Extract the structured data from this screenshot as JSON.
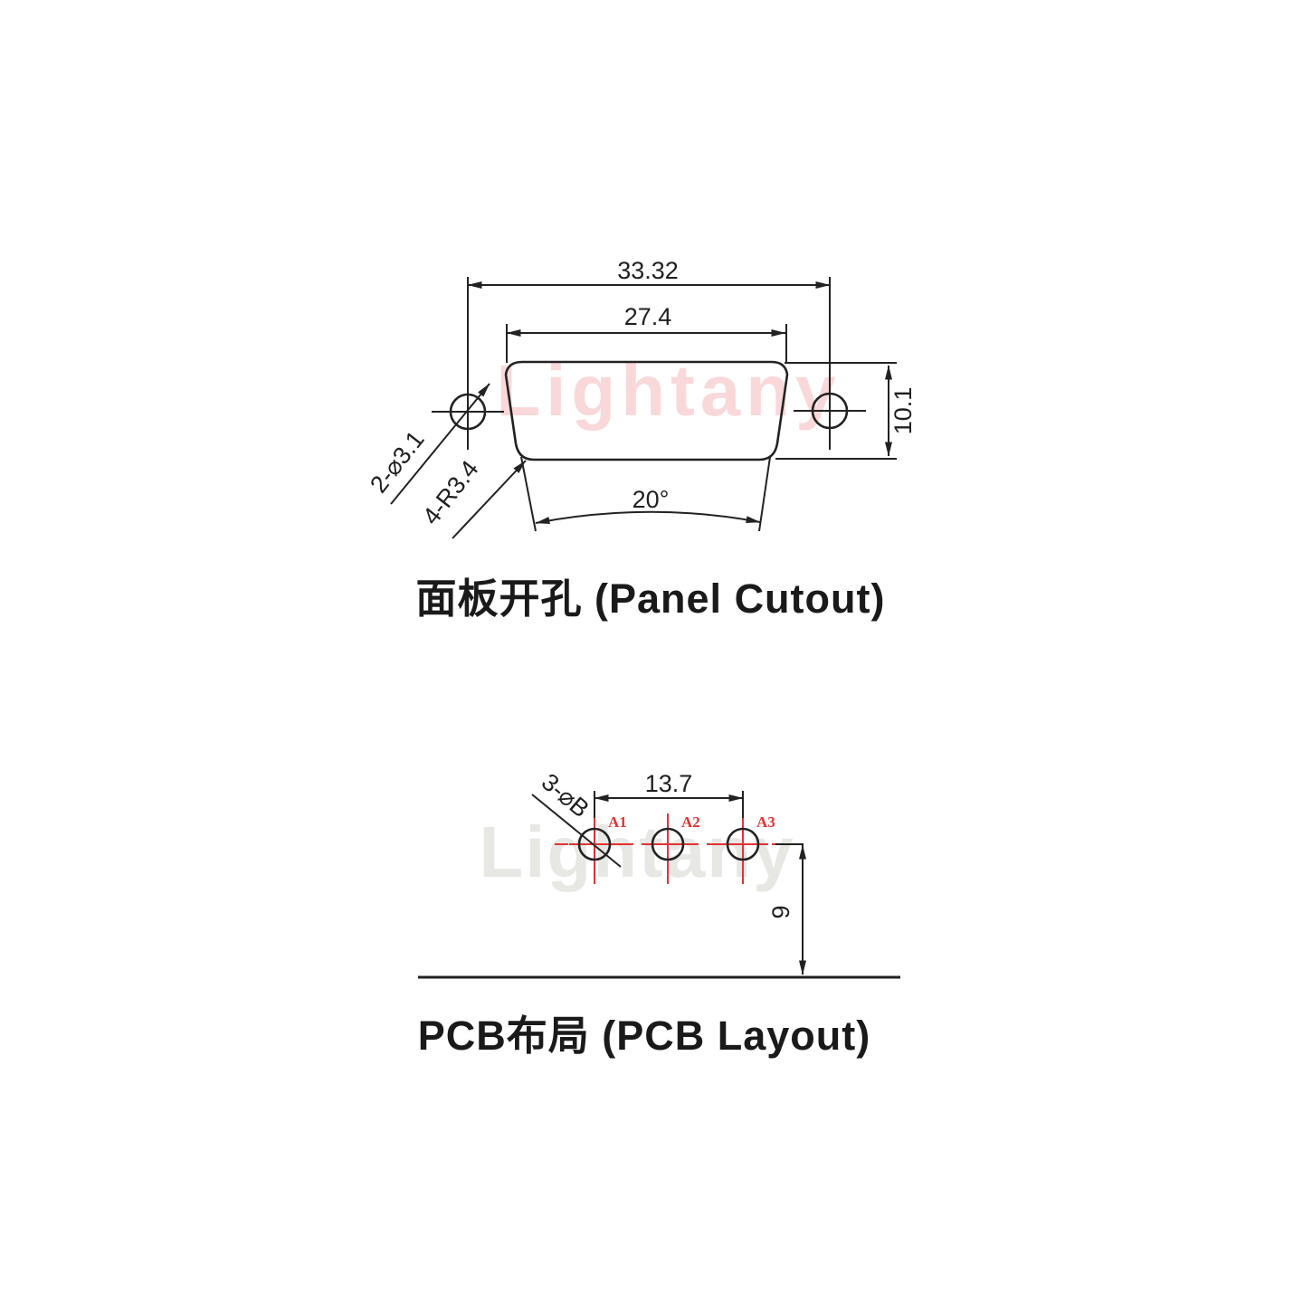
{
  "watermark": {
    "text": "Lightany",
    "top_color": "#f9d8da",
    "bottom_color": "#e7e7e4"
  },
  "colors": {
    "line": "#222222",
    "accent_red": "#e23333",
    "background": "#ffffff"
  },
  "panel_cutout": {
    "title": "面板开孔 (Panel Cutout)",
    "dim_outer_width": "33.32",
    "dim_inner_width": "27.4",
    "dim_height": "10.1",
    "label_mount_holes": "2-⌀3.1",
    "label_corner_radius": "4-R3.4",
    "dim_angle": "20°"
  },
  "pcb_layout": {
    "title": "PCB布局 (PCB Layout)",
    "dim_pitch": "13.7",
    "dim_height": "9",
    "label_holes": "3-⌀B",
    "pads": [
      {
        "label": "A1"
      },
      {
        "label": "A2"
      },
      {
        "label": "A3"
      }
    ]
  }
}
